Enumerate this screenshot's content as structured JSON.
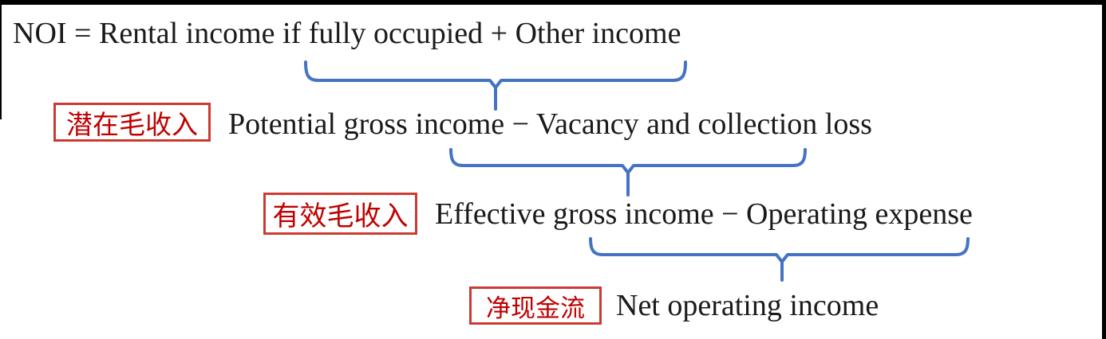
{
  "diagram": {
    "title_line": "NOI = Rental income if fully occupied + Other income",
    "rows": [
      {
        "tag": "潜在毛收入",
        "formula": "Potential gross income − Vacancy and collection loss"
      },
      {
        "tag": "有效毛收入",
        "formula": "Effective gross income − Operating expense"
      },
      {
        "tag": "净现金流",
        "formula": "Net operating income"
      }
    ],
    "colors": {
      "brace_blue": "#4472C4",
      "annotation_red": "#C00000",
      "annotation_border_red": "#CC3B33",
      "text_black": "#1A1A1A",
      "frame_black": "#000000",
      "background": "#FFFFFF"
    }
  }
}
